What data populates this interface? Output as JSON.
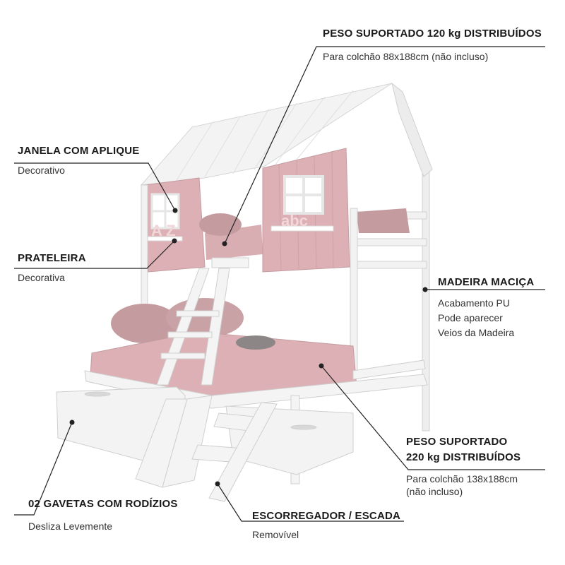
{
  "callouts": {
    "top_capacity": {
      "title": "PESO SUPORTADO 120 kg DISTRIBUÍDOS",
      "detail": "Para colchão 88x188cm (não incluso)"
    },
    "window": {
      "title": "JANELA COM APLIQUE",
      "detail": "Decorativo"
    },
    "shelf": {
      "title": "PRATELEIRA",
      "detail": "Decorativa"
    },
    "wood": {
      "title": "MADEIRA MACIÇA",
      "details": [
        "Acabamento PU",
        "Pode aparecer",
        "Veios da Madeira"
      ]
    },
    "bottom_capacity": {
      "title_lines": [
        "PESO SUPORTADO",
        "220 kg DISTRIBUÍDOS"
      ],
      "details": [
        "Para colchão 138x188cm",
        "(não incluso)"
      ]
    },
    "drawers": {
      "title": "02 GAVETAS COM RODÍZIOS",
      "detail": "Desliza Levemente"
    },
    "slide": {
      "title": "ESCORREGADOR / ESCADA",
      "detail": "Removível"
    }
  },
  "decor": {
    "window_letters_left": "A Z",
    "window_letters_right": "abc"
  },
  "colors": {
    "pink": "#dcb0b4",
    "white_frame": "#f4f4f4",
    "bedding": "#c49ca0",
    "text": "#1a1a1a"
  }
}
